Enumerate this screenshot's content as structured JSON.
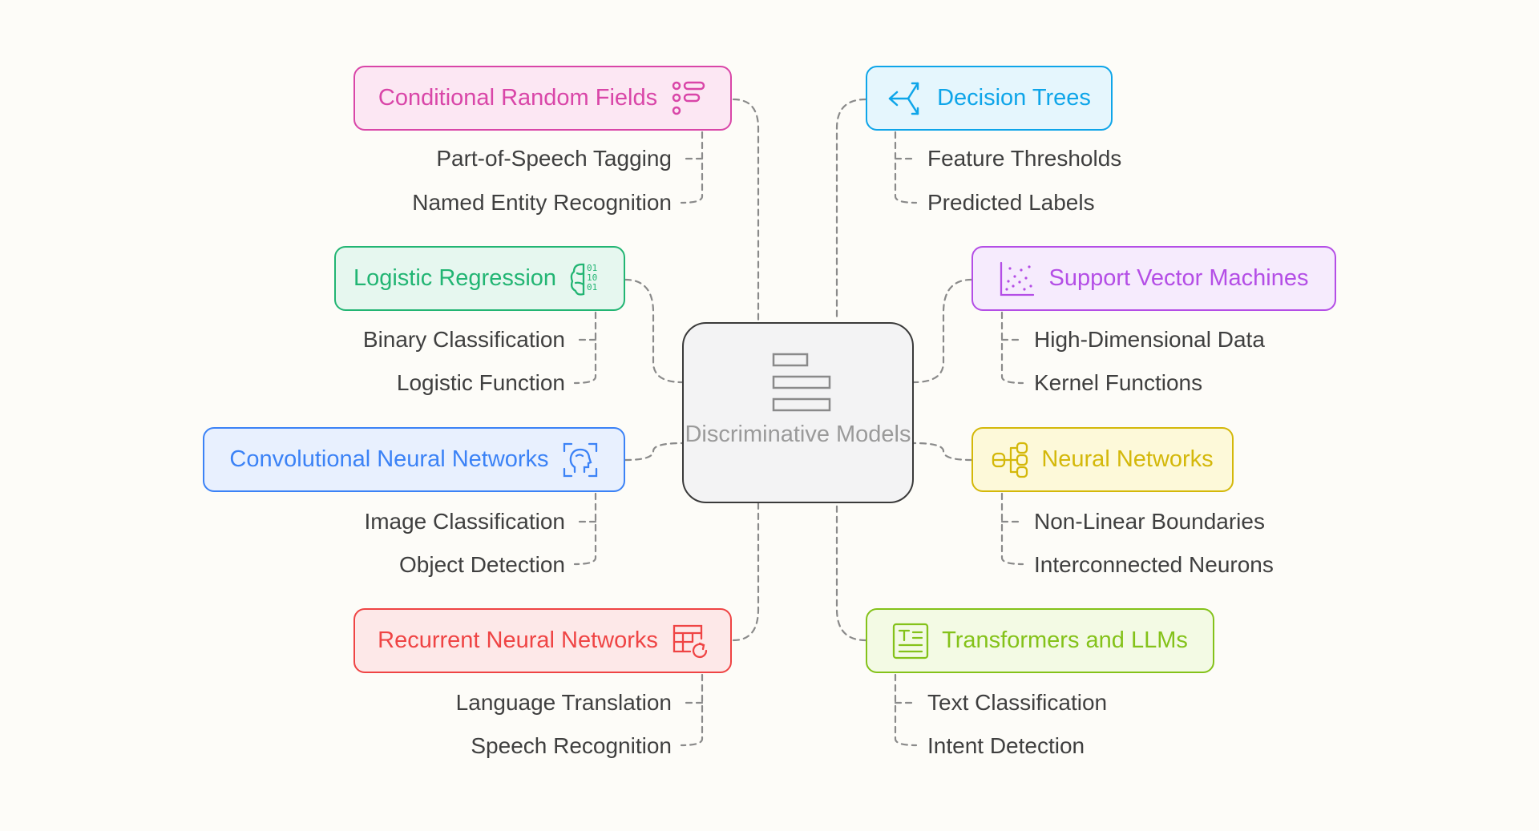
{
  "center": {
    "label": "Discriminative Models",
    "icon": "stacked-bars-icon"
  },
  "nodes": {
    "crf": {
      "label": "Conditional Random Fields",
      "icon": "list-dots-icon",
      "color": "#d946a8",
      "fill": "#fce7f3",
      "items": [
        "Part-of-Speech Tagging",
        "Named Entity Recognition"
      ]
    },
    "lr": {
      "label": "Logistic Regression",
      "icon": "brain-binary-icon",
      "color": "#22b573",
      "fill": "#e6f7ef",
      "items": [
        "Binary Classification",
        "Logistic Function"
      ]
    },
    "cnn": {
      "label": "Convolutional Neural Networks",
      "icon": "face-scan-icon",
      "color": "#3b82f6",
      "fill": "#e8f0fe",
      "items": [
        "Image Classification",
        "Object Detection"
      ]
    },
    "rnn": {
      "label": "Recurrent Neural Networks",
      "icon": "table-refresh-icon",
      "color": "#ef4444",
      "fill": "#fde8e8",
      "items": [
        "Language Translation",
        "Speech Recognition"
      ]
    },
    "dt": {
      "label": "Decision Trees",
      "icon": "split-arrow-icon",
      "color": "#0ea5e9",
      "fill": "#e5f6fd",
      "items": [
        "Feature Thresholds",
        "Predicted Labels"
      ]
    },
    "svm": {
      "label": "Support Vector Machines",
      "icon": "scatter-plot-icon",
      "color": "#b44ee6",
      "fill": "#f6ebfd",
      "items": [
        "High-Dimensional Data",
        "Kernel Functions"
      ]
    },
    "nn": {
      "label": "Neural Networks",
      "icon": "network-nodes-icon",
      "color": "#d4b80a",
      "fill": "#fdf9d9",
      "items": [
        "Non-Linear Boundaries",
        "Interconnected Neurons"
      ]
    },
    "tf": {
      "label": "Transformers and LLMs",
      "icon": "text-document-icon",
      "color": "#84c21a",
      "fill": "#f3fae4",
      "items": [
        "Text Classification",
        "Intent Detection"
      ]
    }
  }
}
